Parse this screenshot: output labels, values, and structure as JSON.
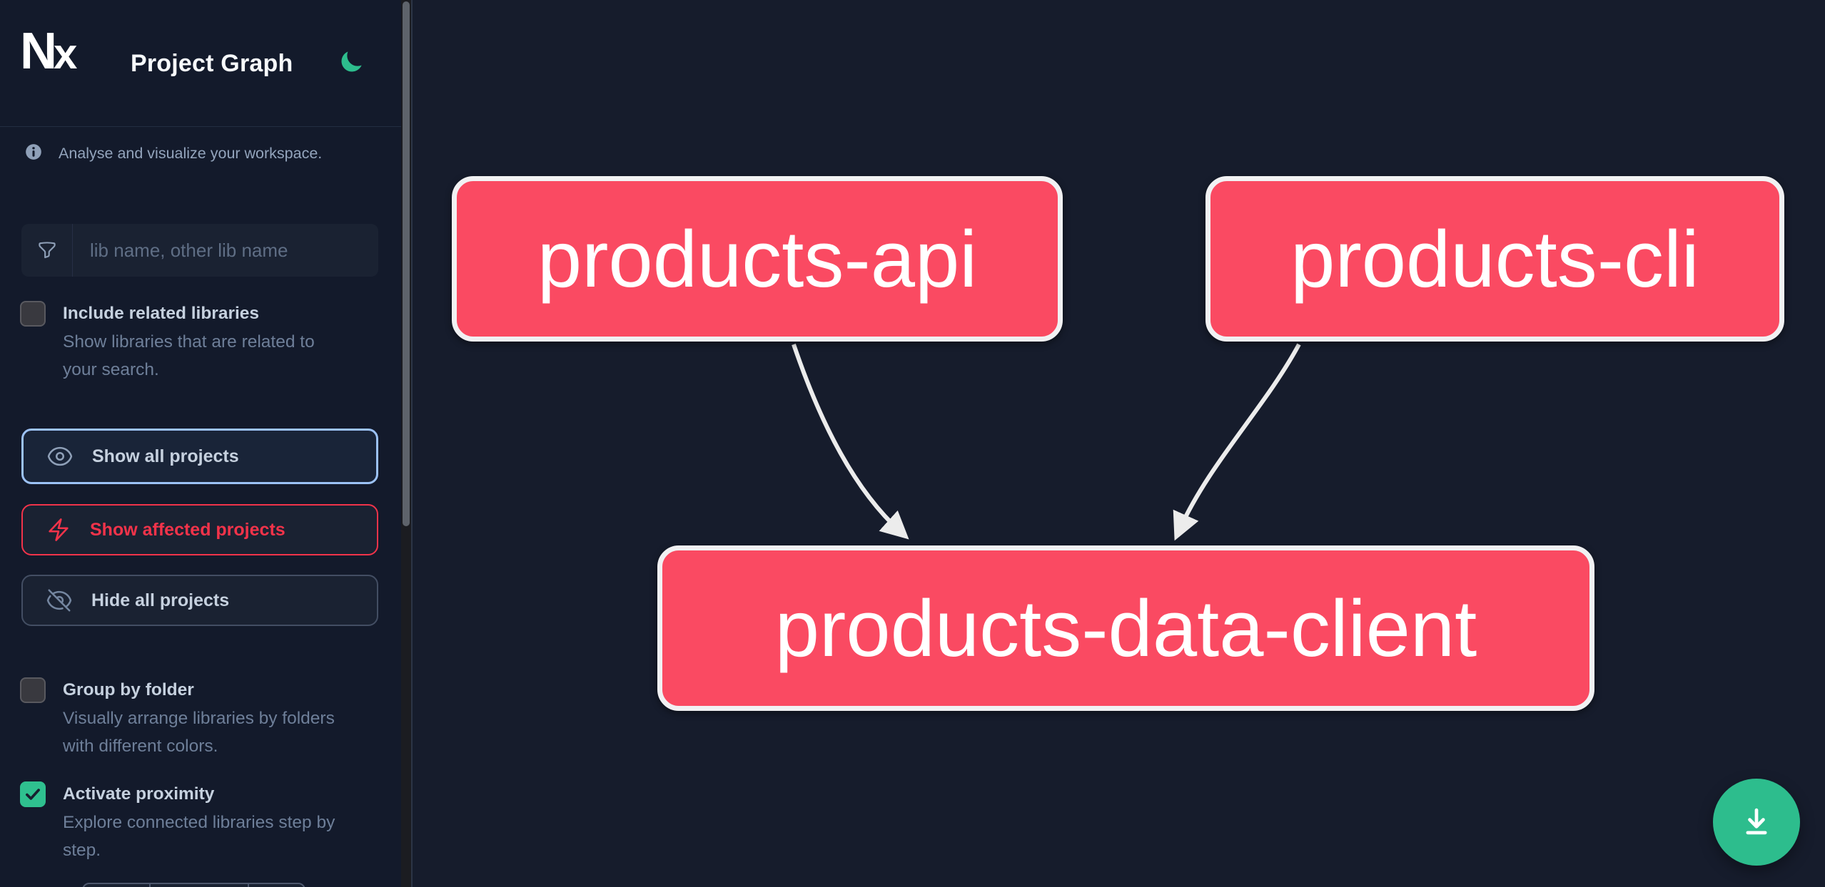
{
  "app": {
    "logo_text": "Nx",
    "title": "Project Graph",
    "theme_toggle_icon": "moon-icon",
    "theme_accent": "#2dbd8d"
  },
  "sidebar": {
    "tagline": "Analyse and visualize your workspace.",
    "tagline_icon": "info-icon",
    "search": {
      "icon": "funnel-icon",
      "placeholder": "lib name, other lib name",
      "value": ""
    },
    "toggles": [
      {
        "label": "Include related libraries",
        "description": "Show libraries that are related to your search.",
        "checked": false
      },
      {
        "label": "Group by folder",
        "description": "Visually arrange libraries by folders with different colors.",
        "checked": false
      },
      {
        "label": "Activate proximity",
        "description": "Explore connected libraries step by step.",
        "checked": true
      }
    ],
    "buttons": [
      {
        "label": "Show all projects",
        "icon": "eye-icon",
        "accent": "#9cc2f6",
        "state": "selected"
      },
      {
        "label": "Show affected projects",
        "icon": "bolt-icon",
        "accent": "#f2334a",
        "state": "normal"
      },
      {
        "label": "Hide all projects",
        "icon": "eye-off-icon",
        "accent": "#434e63",
        "state": "normal"
      }
    ],
    "proximity_stepper": {
      "visible_partially": true,
      "segments": 3
    }
  },
  "graph": {
    "nodes": [
      {
        "label": "products-api"
      },
      {
        "label": "products-cli"
      },
      {
        "label": "products-data-client"
      }
    ],
    "edges": [
      {
        "source": "products-api",
        "target": "products-data-client"
      },
      {
        "source": "products-cli",
        "target": "products-data-client"
      }
    ],
    "node_color": "#fa4a62",
    "node_border_color": "#f1f1f3",
    "edge_color": "#ececec"
  },
  "fab": {
    "icon": "download-icon",
    "color": "#2dbd8d"
  },
  "colors": {
    "sidebar_bg": "#131a2b",
    "canvas_bg": "#161c2c",
    "panel_bg": "#1a2232",
    "text": "#c6d1df",
    "muted_text": "#6e7f99",
    "accent_blue": "#9cc2f6",
    "accent_red": "#f2334a",
    "accent_green": "#2fc08f"
  }
}
